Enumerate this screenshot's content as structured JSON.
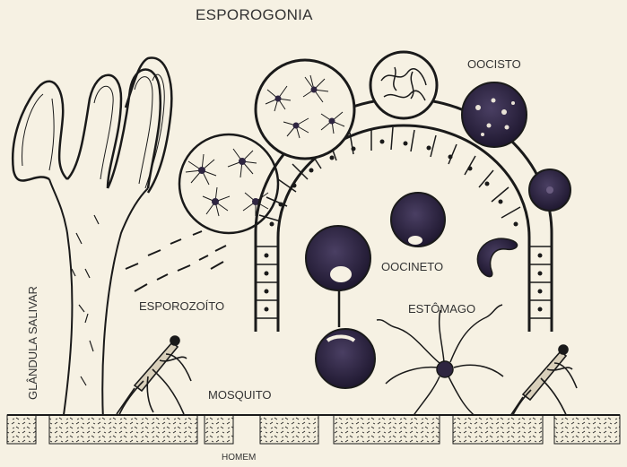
{
  "labels": {
    "title": "ESPOROGONIA",
    "oocisto": "OOCISTO",
    "oocineto": "OOCINETO",
    "esporozoito": "ESPOROZOÍTO",
    "estomago": "ESTÔMAGO",
    "mosquito": "MOSQUITO",
    "homem": "HOMEM",
    "glandula_salivar": "GLÂNDULA SALIVAR"
  },
  "colors": {
    "background": "#f6f1e3",
    "ink": "#1a1a1a",
    "cell_dark": "#2e2540",
    "label_text": "#333333"
  }
}
